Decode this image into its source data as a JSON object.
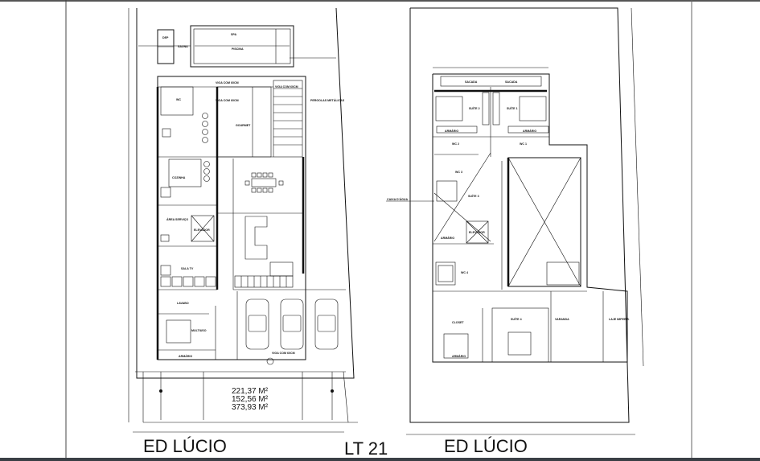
{
  "title_left": "ED LÚCIO",
  "title_center": "LT 21",
  "title_right": "ED LÚCIO",
  "areas": [
    "221,37 M²",
    "152,56 M²",
    "373,93 M²"
  ],
  "ground_floor": {
    "rooms": {
      "spa": "SPA",
      "piscina": "PISCINA",
      "sauna": "SAUNA",
      "dep": "DEP",
      "wc": "WC",
      "gourmet": "GOURMET",
      "cozinha": "COZINHA",
      "area_servico": "ÁREA SERVIÇO",
      "elevador": "ELEVADOR",
      "sala_tv": "SALA TV",
      "lavabo": "LAVABO",
      "multiuso": "MULTIUSO",
      "armario": "ARMÁRIO"
    },
    "notes": {
      "viga1": "VIGA COM 60CM",
      "viga2": "VIGA COM 60CM",
      "viga3": "VIGA COM 60CM",
      "pergolas": "PERGOLAS METÁLICAS",
      "viga_garagem": "VIGA COM 60CM"
    }
  },
  "upper_floor": {
    "rooms": {
      "sacada1": "SACADA",
      "sacada2": "SACADA",
      "suite2": "SUÍTE 2",
      "suite1": "SUÍTE 1",
      "armario1": "ARMÁRIO",
      "armario2": "ARMÁRIO",
      "wc2": "WC 2",
      "wc1": "WC 1",
      "wc3": "WC 3",
      "suite3": "SUÍTE 3",
      "caixa": "CAIXA D'ÁGUA",
      "elevador": "ELEVADOR",
      "armario3": "ARMÁRIO",
      "wc4": "WC 4",
      "closet": "CLOSET",
      "suite4": "SUÍTE 4",
      "varanda": "VARANDA",
      "laje": "LAJE IMPERM.",
      "armario4": "ARMÁRIO"
    }
  }
}
